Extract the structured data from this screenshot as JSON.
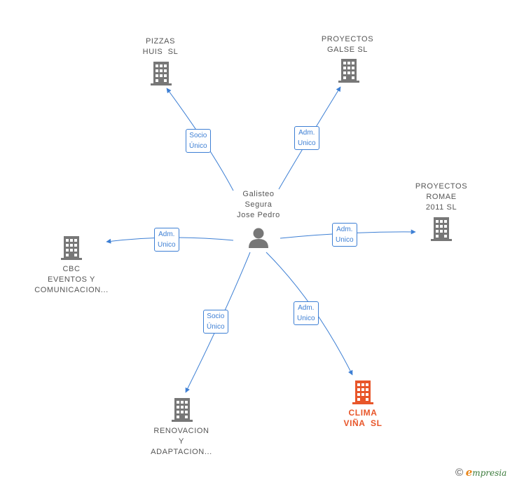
{
  "center": {
    "name_lines": "Galisteo\nSegura\nJose Pedro",
    "icon": "person-icon"
  },
  "companies": [
    {
      "id": "pizzas-huis",
      "name": "PIZZAS\nHUIS  SL",
      "icon": "building-icon"
    },
    {
      "id": "proyectos-galse",
      "name": "PROYECTOS\nGALSE SL",
      "icon": "building-icon"
    },
    {
      "id": "proyectos-romae",
      "name": "PROYECTOS\nROMAE\n2011 SL",
      "icon": "building-icon"
    },
    {
      "id": "cbc-eventos",
      "name": "CBC\nEVENTOS Y\nCOMUNICACION...",
      "icon": "building-icon"
    },
    {
      "id": "renovacion",
      "name": "RENOVACION\nY\nADAPTACION...",
      "icon": "building-icon"
    },
    {
      "id": "clima-vina",
      "name": "CLIMA\nVIÑA  SL",
      "icon": "building-icon",
      "highlight_color": "#e8562a"
    }
  ],
  "relations": [
    {
      "to": "pizzas-huis",
      "label": "Socio\nÚnico"
    },
    {
      "to": "proyectos-galse",
      "label": "Adm.\nUnico"
    },
    {
      "to": "proyectos-romae",
      "label": "Adm.\nUnico"
    },
    {
      "to": "cbc-eventos",
      "label": "Adm.\nUnico"
    },
    {
      "to": "renovacion",
      "label": "Socio\nÚnico"
    },
    {
      "to": "clima-vina",
      "label": "Adm.\nUnico"
    }
  ],
  "colors": {
    "edge": "#3d7fd4",
    "node_gray": "#777777",
    "highlight": "#e8562a"
  },
  "footer": {
    "copyright_symbol": "©",
    "brand_initial": "e",
    "brand_rest": "mpresia"
  }
}
